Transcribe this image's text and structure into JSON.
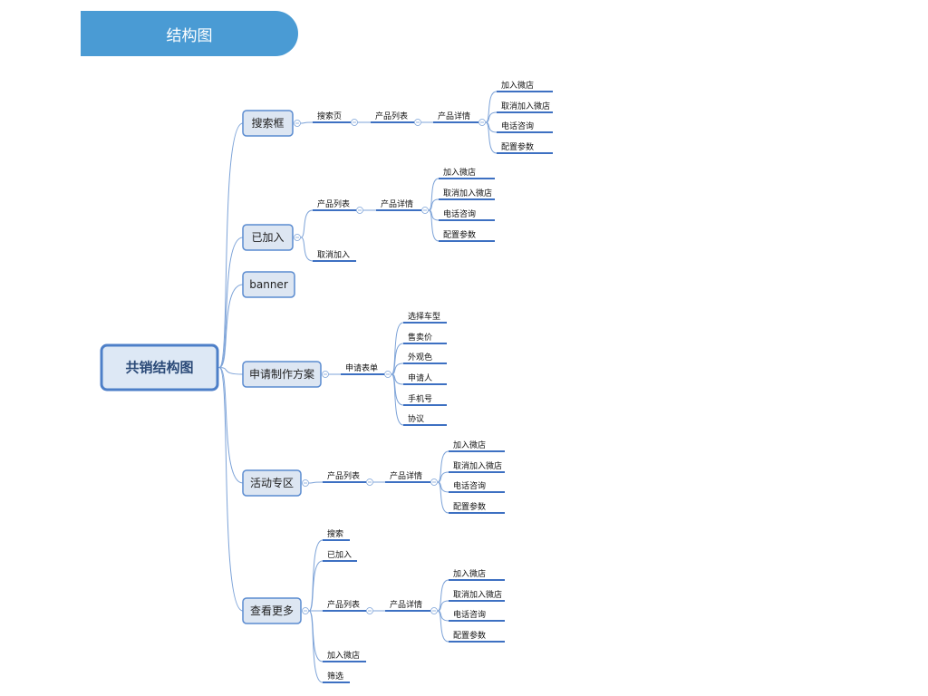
{
  "header": {
    "title": "结构图"
  },
  "colors": {
    "banner": "#4a9bd4",
    "node_fill": "#dde6f2",
    "node_border": "#5a8bd0",
    "line": "#3d70c2"
  },
  "icons": [
    "collapse-minus-icon"
  ],
  "mindmap": {
    "root": "共销结构图",
    "branches": [
      {
        "label": "搜索框",
        "children": [
          {
            "label": "搜索页",
            "children": [
              {
                "label": "产品列表",
                "children": [
                  {
                    "label": "产品详情",
                    "children": [
                      {
                        "label": "加入微店"
                      },
                      {
                        "label": "取消加入微店"
                      },
                      {
                        "label": "电话咨询"
                      },
                      {
                        "label": "配置参数"
                      }
                    ]
                  }
                ]
              }
            ]
          }
        ]
      },
      {
        "label": "已加入",
        "children": [
          {
            "label": "产品列表",
            "children": [
              {
                "label": "产品详情",
                "children": [
                  {
                    "label": "加入微店"
                  },
                  {
                    "label": "取消加入微店"
                  },
                  {
                    "label": "电话咨询"
                  },
                  {
                    "label": "配置参数"
                  }
                ]
              }
            ]
          },
          {
            "label": "取消加入"
          }
        ]
      },
      {
        "label": "banner"
      },
      {
        "label": "申请制作方案",
        "children": [
          {
            "label": "申请表单",
            "children": [
              {
                "label": "选择车型"
              },
              {
                "label": "售卖价"
              },
              {
                "label": "外观色"
              },
              {
                "label": "申请人"
              },
              {
                "label": "手机号"
              },
              {
                "label": "协议"
              }
            ]
          }
        ]
      },
      {
        "label": "活动专区",
        "children": [
          {
            "label": "产品列表",
            "children": [
              {
                "label": "产品详情",
                "children": [
                  {
                    "label": "加入微店"
                  },
                  {
                    "label": "取消加入微店"
                  },
                  {
                    "label": "电话咨询"
                  },
                  {
                    "label": "配置参数"
                  }
                ]
              }
            ]
          }
        ]
      },
      {
        "label": "查看更多",
        "children": [
          {
            "label": "搜索"
          },
          {
            "label": "已加入"
          },
          {
            "label": "产品列表",
            "children": [
              {
                "label": "产品详情",
                "children": [
                  {
                    "label": "加入微店"
                  },
                  {
                    "label": "取消加入微店"
                  },
                  {
                    "label": "电话咨询"
                  },
                  {
                    "label": "配置参数"
                  }
                ]
              }
            ]
          },
          {
            "label": "加入微店"
          },
          {
            "label": "筛选"
          }
        ]
      }
    ]
  }
}
